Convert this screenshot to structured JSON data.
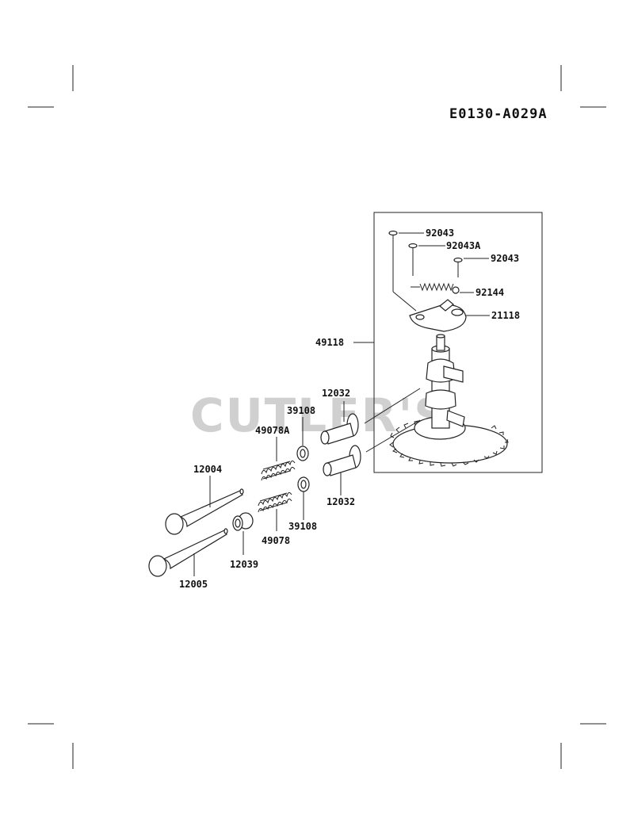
{
  "diagram_code": "E0130-A029A",
  "watermark": "CUTLER'S",
  "parts": {
    "p92043_a": "92043",
    "p92043A": "92043A",
    "p92043_b": "92043",
    "p92144": "92144",
    "p21118": "21118",
    "p49118": "49118",
    "p12032_top": "12032",
    "p12032_bottom": "12032",
    "p39108_top": "39108",
    "p39108_bottom": "39108",
    "p49078A": "49078A",
    "p49078": "49078",
    "p12004": "12004",
    "p12005": "12005",
    "p12039": "12039"
  }
}
